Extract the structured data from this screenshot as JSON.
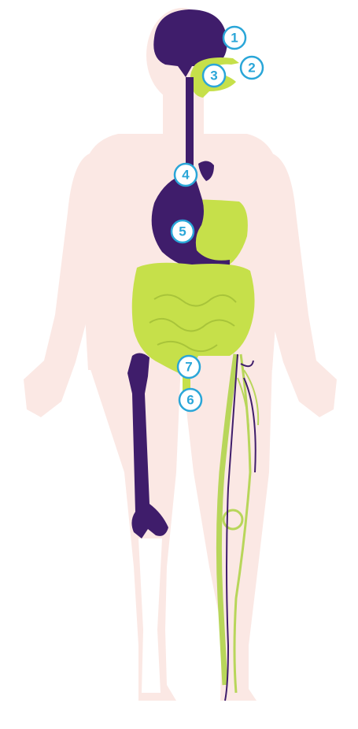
{
  "colors": {
    "body_silhouette": "#fbe8e4",
    "organ_purple": "#3f1d6b",
    "organ_green": "#c6e04a",
    "nerve_green": "#b8d65a",
    "badge_border": "#2aa6d8",
    "badge_text": "#2aa6d8",
    "badge_fill": "#ffffff"
  },
  "markers": [
    {
      "id": "1",
      "label": "1",
      "target": "brain"
    },
    {
      "id": "2",
      "label": "2",
      "target": "mouth-area"
    },
    {
      "id": "3",
      "label": "3",
      "target": "throat-area"
    },
    {
      "id": "4",
      "label": "4",
      "target": "esophagus"
    },
    {
      "id": "5",
      "label": "5",
      "target": "stomach"
    },
    {
      "id": "7",
      "label": "7",
      "target": "intestines"
    },
    {
      "id": "6",
      "label": "6",
      "target": "lower-intestine"
    }
  ],
  "icons": {
    "brain": "brain-icon",
    "skeleton_leg": "femur-bone-icon",
    "nerves": "nerve-network-icon"
  }
}
